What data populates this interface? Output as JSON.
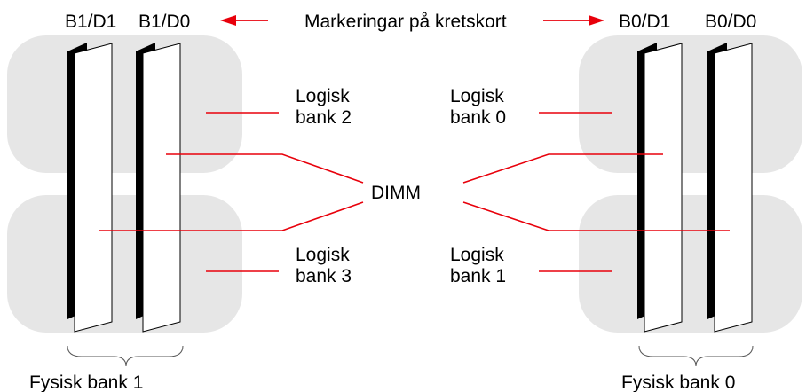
{
  "header": {
    "left_markings": [
      "B1/D1",
      "B1/D0"
    ],
    "center_label": "Markeringar på kretskort",
    "right_markings": [
      "B0/D1",
      "B0/D0"
    ]
  },
  "logical_banks": {
    "bank2": [
      "Logisk",
      "bank 2"
    ],
    "bank0": [
      "Logisk",
      "bank 0"
    ],
    "bank3": [
      "Logisk",
      "bank 3"
    ],
    "bank1": [
      "Logisk",
      "bank 1"
    ]
  },
  "dimm_label": "DIMM",
  "physical_banks": {
    "left": "Fysisk bank 1",
    "right": "Fysisk bank 0"
  },
  "colors": {
    "callout_line": "#e8000b",
    "region_fill": "#e6e6e6",
    "dimm_edge": "#000000",
    "dimm_face": "#ffffff"
  },
  "icons": [
    "arrow-left-icon",
    "arrow-right-icon",
    "dimm-module-icon",
    "curly-brace-icon"
  ]
}
